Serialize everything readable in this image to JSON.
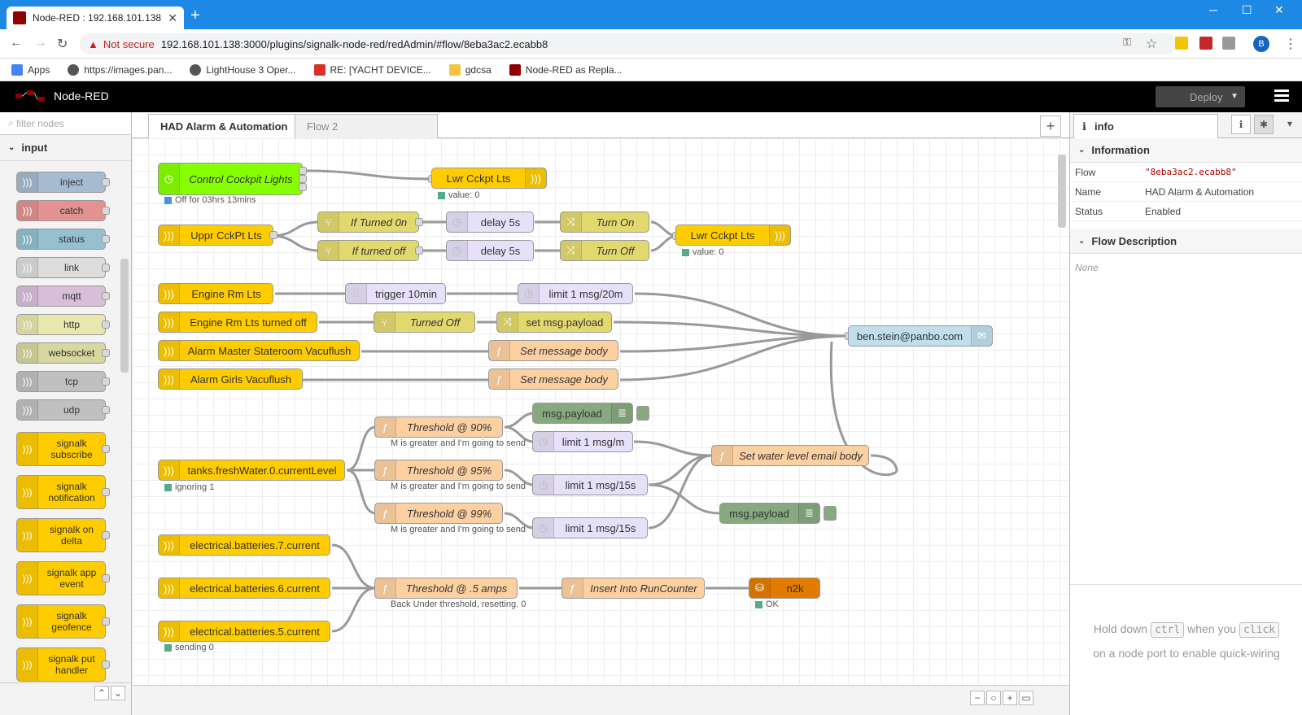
{
  "browser": {
    "tab_title": "Node-RED : 192.168.101.138",
    "not_secure": "Not secure",
    "url": "192.168.101.138:3000/plugins/signalk-node-red/redAdmin/#flow/8eba3ac2.ecabb8",
    "profile_initial": "B",
    "bookmarks": [
      "Apps",
      "https://images.pan...",
      "LightHouse 3 Oper...",
      "RE: [YACHT DEVICE...",
      "gdcsa",
      "Node-RED as Repla..."
    ]
  },
  "header": {
    "app_name": "Node-RED",
    "deploy_label": "Deploy"
  },
  "palette": {
    "filter_placeholder": "filter nodes",
    "category": "input",
    "nodes": [
      {
        "label": "inject",
        "color": "#a6bbcf"
      },
      {
        "label": "catch",
        "color": "#e49191"
      },
      {
        "label": "status",
        "color": "#94c1d0"
      },
      {
        "label": "link",
        "color": "#dddddd"
      },
      {
        "label": "mqtt",
        "color": "#d8bfd8"
      },
      {
        "label": "http",
        "color": "#e7e7ae"
      },
      {
        "label": "websocket",
        "color": "#d7d7a0"
      },
      {
        "label": "tcp",
        "color": "#c0c0c0"
      },
      {
        "label": "udp",
        "color": "#c0c0c0"
      },
      {
        "label": "signalk subscribe",
        "color": "#ffcc00"
      },
      {
        "label": "signalk notification",
        "color": "#ffcc00"
      },
      {
        "label": "signalk on delta",
        "color": "#ffcc00"
      },
      {
        "label": "signalk app event",
        "color": "#ffcc00"
      },
      {
        "label": "signalk geofence",
        "color": "#ffcc00"
      },
      {
        "label": "signalk put handler",
        "color": "#ffcc00"
      }
    ]
  },
  "workspace": {
    "tabs": [
      "HAD Alarm & Automation",
      "Flow 2"
    ],
    "nodes": {
      "n1": "Control Cockpit Lights",
      "n2": "Lwr Cckpt Lts",
      "n3": "Uppr CckPt Lts",
      "n4": "If Turned 0n",
      "n5": "If turned off",
      "n6": "delay 5s",
      "n7": "delay 5s",
      "n8": "Turn On",
      "n9": "Turn Off",
      "n10": "Lwr Cckpt Lts",
      "n11": "Engine Rm Lts",
      "n12": "trigger 10min",
      "n13": "limit 1 msg/20m",
      "n14": "Engine Rm Lts turned off",
      "n15": "Turned Off",
      "n16": "set msg.payload",
      "n17": "Alarm Master Stateroom Vacuflush",
      "n18": "Set message body",
      "n19": "Alarm Girls Vacuflush",
      "n20": "Set message body",
      "n21": "ben.stein@panbo.com",
      "n22": "Threshold @ 90%",
      "n23": "msg.payload",
      "n24": "limit 1 msg/m",
      "n25": "tanks.freshWater.0.currentLevel",
      "n26": "Threshold @ 95%",
      "n27": "limit 1 msg/15s",
      "n28": "Set water level email body",
      "n29": "Threshold @ 99%",
      "n30": "limit 1 msg/15s",
      "n31": "msg.payload",
      "n32": "electrical.batteries.7.current",
      "n33": "electrical.batteries.6.current",
      "n34": "Threshold @ .5 amps",
      "n35": "Insert Into RunCounter",
      "n36": "n2k",
      "n37": "electrical.batteries.5.current"
    },
    "status": {
      "s1": "Off for 03hrs 13mins",
      "s2": "value: 0",
      "s3": "value: 0",
      "s4": "ignoring 1",
      "s5": "M is greater and I'm going to send",
      "s6": "M is greater and I'm going to send",
      "s7": "M is greater and I'm going to send",
      "s8": "Back Under threshold, resetting. 0",
      "s9": "OK",
      "s10": "sending 0"
    }
  },
  "sidebar": {
    "tab_label": "info",
    "information_title": "Information",
    "rows": [
      {
        "key": "Flow",
        "value": "\"8eba3ac2.ecabb8\""
      },
      {
        "key": "Name",
        "value": "HAD Alarm & Automation"
      },
      {
        "key": "Status",
        "value": "Enabled"
      }
    ],
    "flow_description_title": "Flow Description",
    "flow_description": "None",
    "tip_part1": "Hold down",
    "tip_key1": "ctrl",
    "tip_part2": "when you",
    "tip_key2": "click",
    "tip_part3": "on a node port to enable quick-wiring"
  }
}
